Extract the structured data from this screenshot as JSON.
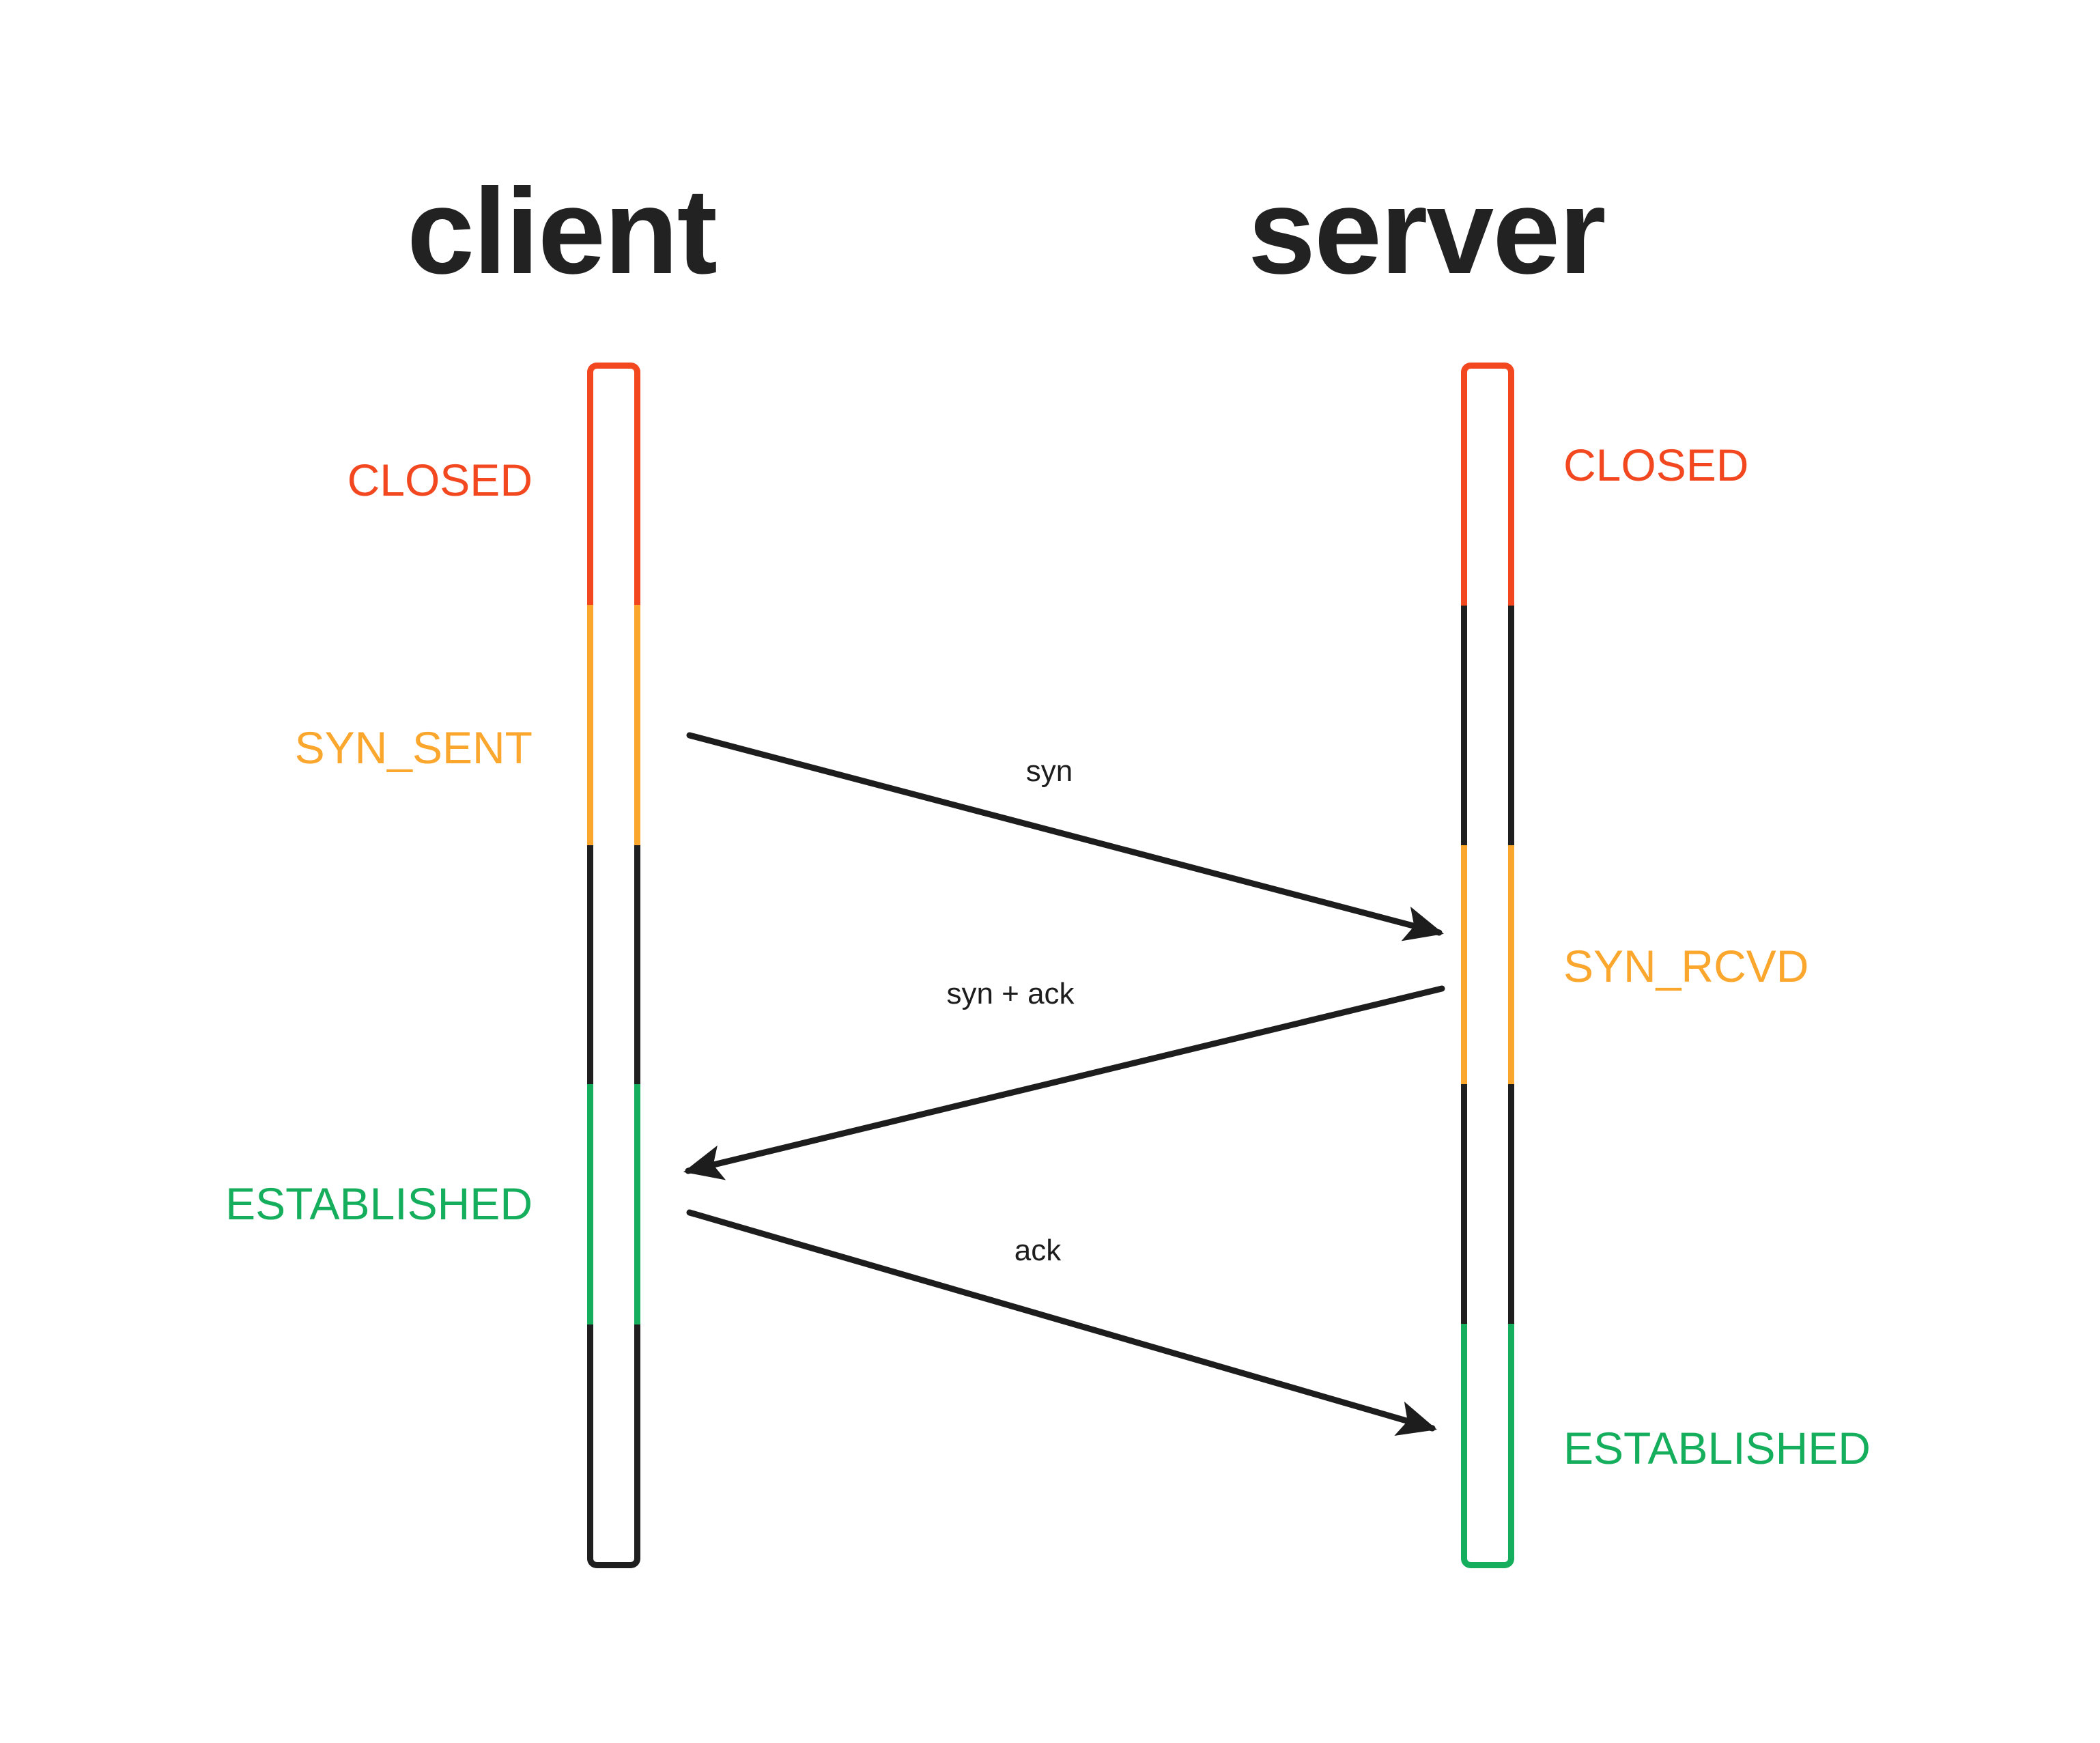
{
  "diagram": {
    "title_client": "client",
    "title_server": "server",
    "background": "#ffffff",
    "colors": {
      "closed": "#F2471F",
      "syn": "#FBA62C",
      "established": "#14AE5C",
      "neutral": "#1F1F1F",
      "title": "#222222",
      "message": "#1D1D1D"
    }
  },
  "client": {
    "name": "client",
    "states": [
      {
        "id": "closed",
        "label": "CLOSED",
        "color": "#F2471F"
      },
      {
        "id": "syn_sent",
        "label": "SYN_SENT",
        "color": "#FBA62C"
      },
      {
        "id": "waiting",
        "label": "",
        "color": "#1F1F1F"
      },
      {
        "id": "established",
        "label": "ESTABLISHED",
        "color": "#14AE5C"
      },
      {
        "id": "after",
        "label": "",
        "color": "#1F1F1F"
      }
    ]
  },
  "server": {
    "name": "server",
    "states": [
      {
        "id": "closed",
        "label": "CLOSED",
        "color": "#F2471F"
      },
      {
        "id": "listen",
        "label": "",
        "color": "#1F1F1F"
      },
      {
        "id": "syn_rcvd",
        "label": "SYN_RCVD",
        "color": "#FBA62C"
      },
      {
        "id": "waiting",
        "label": "",
        "color": "#1F1F1F"
      },
      {
        "id": "established",
        "label": "ESTABLISHED",
        "color": "#14AE5C"
      }
    ]
  },
  "messages": [
    {
      "id": "syn",
      "label": "syn",
      "direction": "client-to-server"
    },
    {
      "id": "synack",
      "label": "syn + ack",
      "direction": "server-to-client"
    },
    {
      "id": "ack",
      "label": "ack",
      "direction": "client-to-server"
    }
  ]
}
